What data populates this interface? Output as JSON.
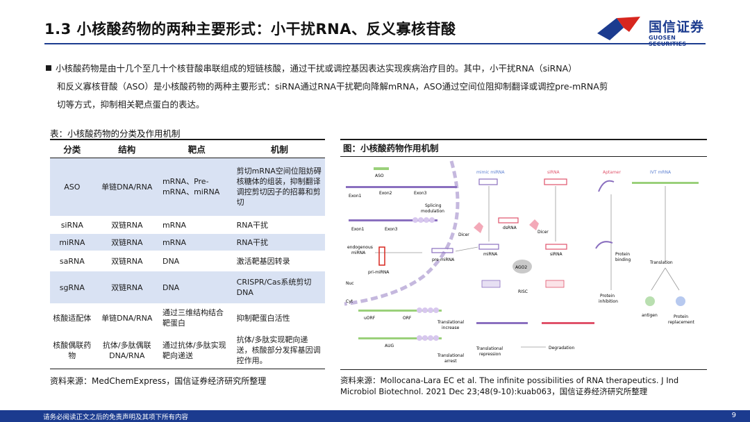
{
  "header": {
    "title": "1.3 小核酸药物的两种主要形式：小干扰RNA、反义寡核苷酸",
    "logo_cn": "国信证券",
    "logo_en": "GUOSEN SECURITIES"
  },
  "intro": {
    "line1": "小核酸药物是由十几个至几十个核苷酸串联组成的短链核酸，通过干扰或调控基因表达实现疾病治疗目的。其中，小干扰RNA（siRNA）",
    "line2": "和反义寡核苷酸（ASO）是小核酸药物的两种主要形式：siRNA通过RNA干扰靶向降解mRNA，ASO通过空间位阻抑制翻译或调控pre-mRNA剪",
    "line3": "切等方式，抑制相关靶点蛋白的表达。"
  },
  "table": {
    "caption": "表：小核酸药物的分类及作用机制",
    "headers": [
      "分类",
      "结构",
      "靶点",
      "机制"
    ],
    "rows": [
      [
        "ASO",
        "单链DNA/RNA",
        "mRNA、Pre-mRNA、miRNA",
        "剪切mRNA空间位阻妨碍核糖体的组装，抑制翻译调控剪切因子的招募和剪切"
      ],
      [
        "siRNA",
        "双链RNA",
        "mRNA",
        "RNA干扰"
      ],
      [
        "miRNA",
        "双链RNA",
        "mRNA",
        "RNA干扰"
      ],
      [
        "saRNA",
        "双链RNA",
        "DNA",
        "激活靶基因转录"
      ],
      [
        "sgRNA",
        "双链RNA",
        "DNA",
        "CRISPR/Cas系统剪切DNA"
      ],
      [
        "核酸适配体",
        "单链DNA/RNA",
        "通过三维结构结合靶蛋白",
        "抑制靶蛋白活性"
      ],
      [
        "核酸偶联药物",
        "抗体/多肽偶联DNA/RNA",
        "通过抗体/多肽实现靶向递送",
        "抗体/多肽实现靶向递送，核酸部分发挥基因调控作用。"
      ]
    ],
    "source": "资料来源：MedChemExpress，国信证券经济研究所整理"
  },
  "figure": {
    "caption": "图：小核酸药物作用机制",
    "labels": {
      "aso": "ASO",
      "exon1": "Exon1",
      "exon2": "Exon2",
      "exon3": "Exon3",
      "splicing": "Splicing",
      "modulation": "modulation",
      "exon1b": "Exon1",
      "exon3b": "Exon3",
      "endogenous": "endogenous",
      "mirna_endo": "miRNA",
      "pri_mirna": "pri-miRNA",
      "pre_mirna": "pre-miRNA",
      "nuc": "Nuc",
      "cyt": "Cyt",
      "mimic": "mimic miRNA",
      "sirna_head": "siRNA",
      "aptamer": "Aptamer",
      "ivt": "IVT mRNA",
      "dicer1": "Dicer",
      "dicer2": "Dicer",
      "dsrna": "dsRNA",
      "mirna_mid": "miRNA",
      "sirna_mid": "siRNA",
      "ago2": "AGO2",
      "risc": "RISC",
      "protein_binding1": "Protein",
      "protein_binding2": "binding",
      "translation": "Translation",
      "protein_inhib1": "Protein",
      "protein_inhib2": "inhibition",
      "antigen": "antigen",
      "protein_rep1": "Protein",
      "protein_rep2": "replacement",
      "uorf": "uORF",
      "orf": "ORF",
      "trans_inc1": "Translational",
      "trans_inc2": "increase",
      "aug": "AUG",
      "trans_arrest1": "Translational",
      "trans_arrest2": "arrest",
      "trans_rep1": "Translational",
      "trans_rep2": "repression",
      "degradation": "Degradation"
    },
    "source": "资料来源：Mollocana-Lara EC et al. The infinite possibilities of RNA therapeutics. J Ind Microbiol Biotechnol. 2021 Dec 23;48(9-10):kuab063，国信证券经济研究所整理"
  },
  "footer": {
    "disclaimer": "请务必阅读正文之后的免责声明及其项下所有内容",
    "page": "9"
  },
  "colors": {
    "brand_blue": "#1b3b8f",
    "brand_red": "#d7261e",
    "table_band": "#d9e2f3",
    "purple": "#7b5ea7"
  }
}
